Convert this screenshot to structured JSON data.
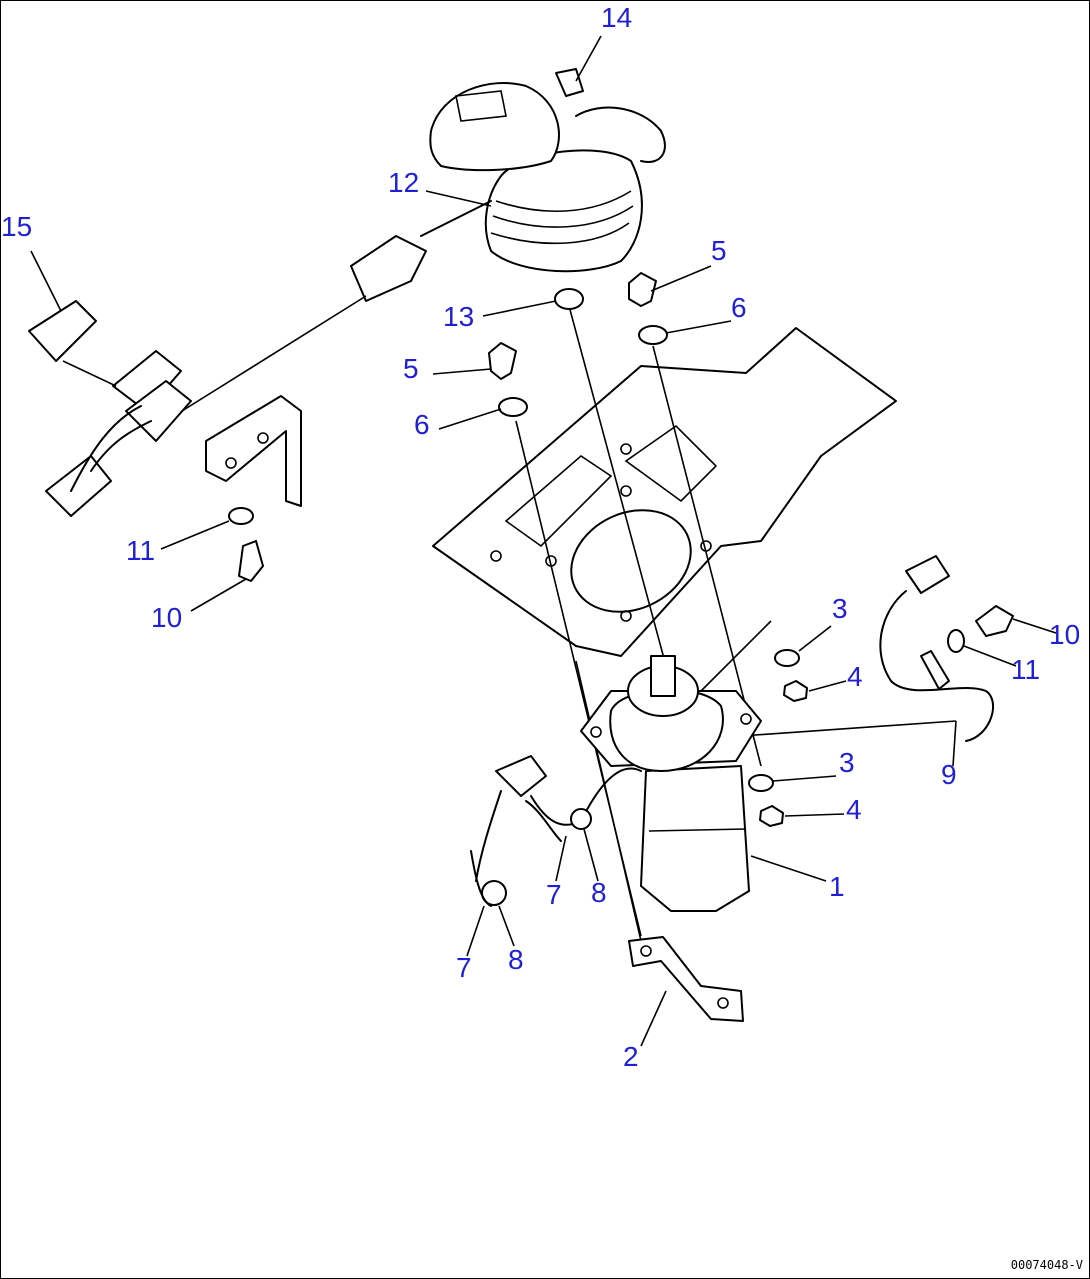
{
  "drawing_number": "00074048-V",
  "callouts": {
    "c1": "1",
    "c2": "2",
    "c3a": "3",
    "c3b": "3",
    "c4a": "4",
    "c4b": "4",
    "c5a": "5",
    "c5b": "5",
    "c6a": "6",
    "c6b": "6",
    "c7a": "7",
    "c7b": "7",
    "c8a": "8",
    "c8b": "8",
    "c9": "9",
    "c10a": "10",
    "c10b": "10",
    "c11a": "11",
    "c11b": "11",
    "c12": "12",
    "c13": "13",
    "c14": "14",
    "c15": "15"
  },
  "colors": {
    "callout": "#1f1fd6",
    "line": "#000000",
    "background": "#ffffff"
  }
}
